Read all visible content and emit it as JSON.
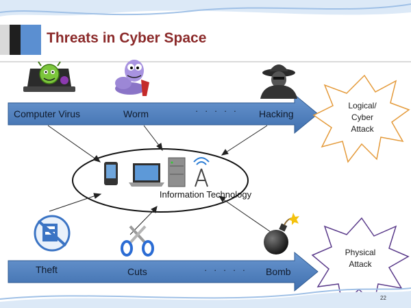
{
  "slide": {
    "title": "Threats in Cyber Space",
    "page_number": "22"
  },
  "top_arrow": {
    "labels": [
      "Computer Virus",
      "Worm",
      "Hacking"
    ],
    "dots": "· · · · ·"
  },
  "bottom_arrow": {
    "labels": [
      "Theft",
      "Cuts",
      "Bomb"
    ],
    "dots": "· · · · ·"
  },
  "center": {
    "label": "Information Technology",
    "icons": [
      "smartphone-icon",
      "laptop-icon",
      "server-icon",
      "antenna-tower-icon"
    ]
  },
  "bursts": {
    "logical": [
      "Logical/",
      "Cyber",
      "Attack"
    ],
    "physical": [
      "Physical",
      "Attack"
    ]
  },
  "threat_icons": {
    "top": [
      "virus-laptop-icon",
      "worm-icon",
      "hacker-icon"
    ],
    "bottom": [
      "theft-icon",
      "scissors-icon",
      "bomb-icon"
    ]
  },
  "colors": {
    "title": "#8b2a2a",
    "arrow_fill": "#4f81bd",
    "header_bar_dark": "#1f1f1f",
    "header_bar_blue": "#5b8fd1",
    "wave": "#b9d3ee"
  }
}
